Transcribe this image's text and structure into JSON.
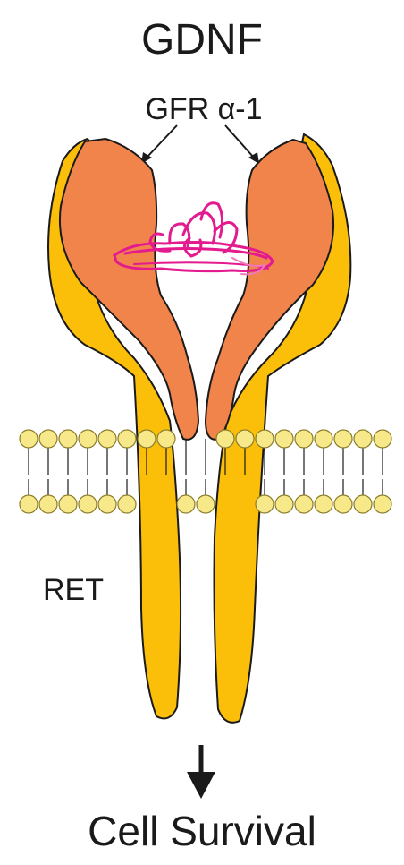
{
  "diagram": {
    "ligand_label": "GDNF",
    "coreceptor_label": "GFR α-1",
    "receptor_label": "RET",
    "outcome_label": "Cell Survival"
  },
  "colors": {
    "ret": "#fbbf0a",
    "gfr": "#f0844a",
    "gdnf": "#e31b8f",
    "lipid_head": "#f7e98a",
    "outline": "#1a1a1a"
  }
}
